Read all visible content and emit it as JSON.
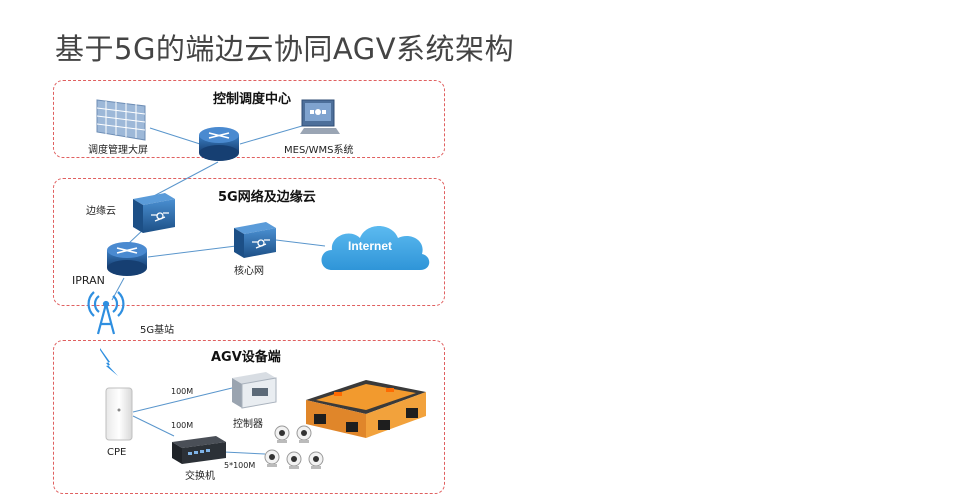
{
  "title": "基于5G的端边云协同AGV系统架构",
  "zones": {
    "control_center": "控制调度中心",
    "network_edge": "5G网络及边缘云",
    "agv_side": "AGV设备端"
  },
  "nodes": {
    "big_screen": "调度管理大屏",
    "mes_wms": "MES/WMS系统",
    "edge_cloud": "边缘云",
    "ipran": "IPRAN",
    "core_network": "核心网",
    "internet": "Internet",
    "base_station": "5G基站",
    "cpe": "CPE",
    "controller": "控制器",
    "switch": "交换机"
  },
  "links": {
    "cpe_controller": "100M",
    "cpe_switch": "100M",
    "switch_cameras": "5*100M"
  },
  "colors": {
    "zone_border": "#e06060",
    "router_blue": "#1f5e9e",
    "cloud_blue": "#3fa9e6",
    "line_blue": "#5a96cc",
    "agv_orange": "#f29a2e"
  }
}
